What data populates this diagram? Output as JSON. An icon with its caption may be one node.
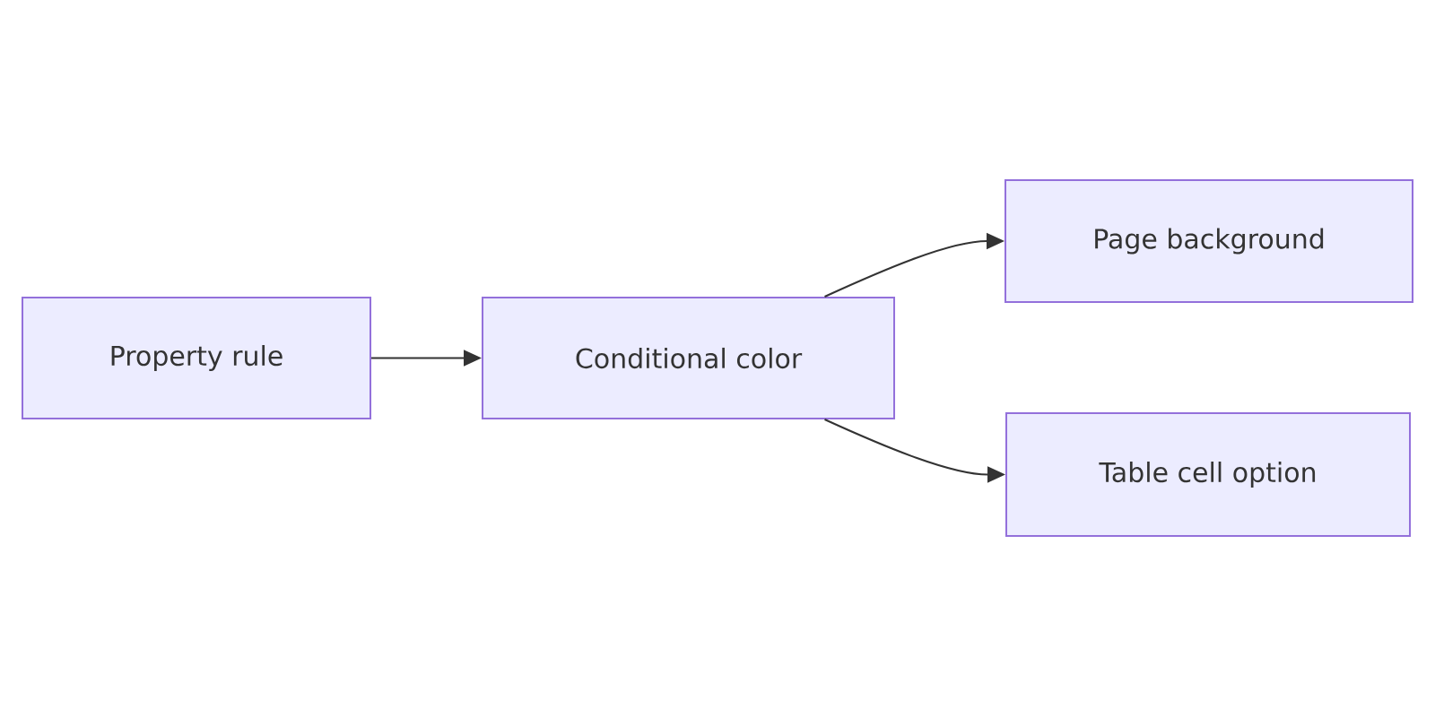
{
  "diagram": {
    "nodes": [
      {
        "text": [
          "Property rule"
        ]
      },
      {
        "text": [
          "Conditional color"
        ]
      },
      {
        "text": [
          "Page background"
        ]
      },
      {
        "text": [
          "Table cell option"
        ]
      }
    ],
    "edges": [
      {
        "from": 0,
        "to": 1,
        "arrow": "to"
      },
      {
        "from": 1,
        "to": 2,
        "arrow": "to"
      },
      {
        "from": 1,
        "to": 3,
        "arrow": "to"
      }
    ]
  }
}
